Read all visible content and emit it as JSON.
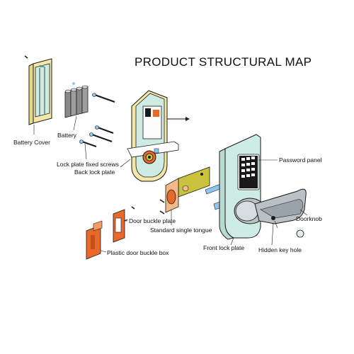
{
  "title": "PRODUCT STRUCTURAL MAP",
  "labels": {
    "battery_cover": "Battery Cover",
    "battery": "Battery",
    "lock_plate_fixed_screws": "Lock plate fixed screws",
    "back_lock_plate": "Back lock plate",
    "password_panel": "Password panel",
    "standard_single_tongue": "Standard single tongue",
    "doorknob": "Doorknob",
    "door_buckle_plate": "Door buckle plate",
    "front_lock_plate": "Front lock plate",
    "hidden_key_hole": "Hidden key hole",
    "plastic_door_buckle_box": "Plastic door buckle box"
  },
  "colors": {
    "mint": "#cfece4",
    "cream": "#f3e6a6",
    "orange": "#e8692a",
    "blue": "#8ec6ee",
    "gray": "#9a9a9a",
    "olive": "#c8c23c",
    "dark": "#1a1a1a",
    "steel": "#b9c0c6"
  }
}
